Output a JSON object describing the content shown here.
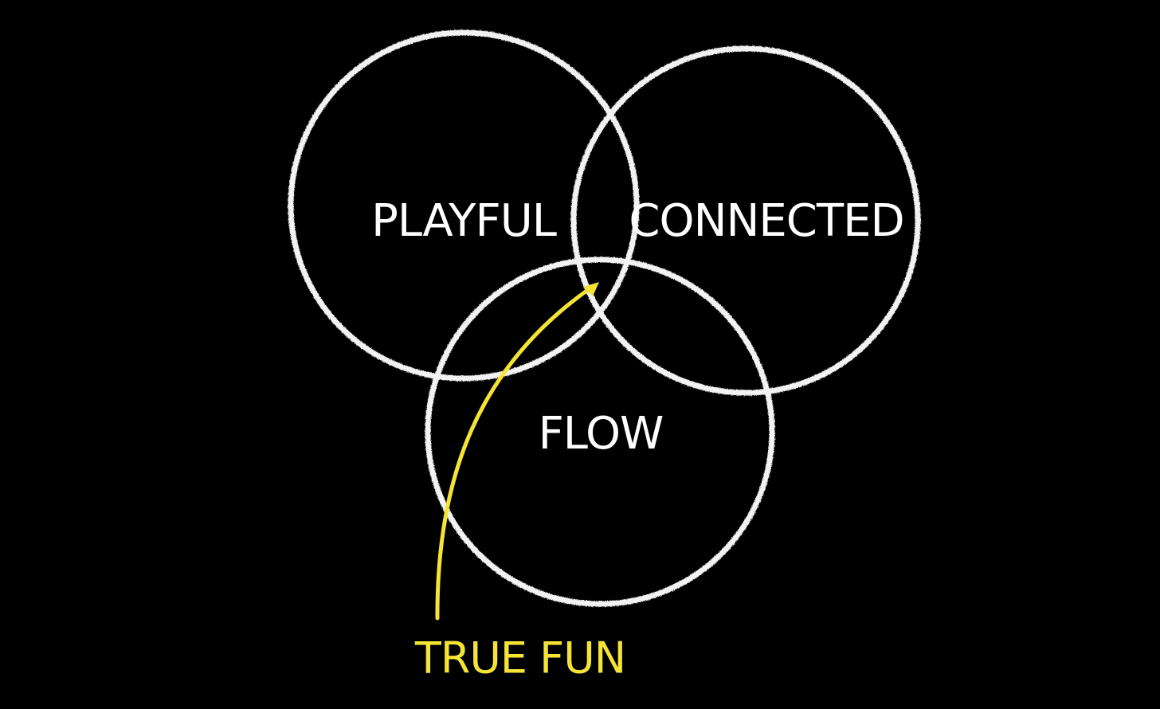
{
  "diagram": {
    "sets": {
      "playful": "PLAYFUL",
      "connected": "CONNECTED",
      "flow": "FLOW"
    },
    "intersection_label": "TRUE FUN"
  },
  "colors": {
    "background": "#000000",
    "circle_stroke": "#f2f2f2",
    "label_text": "#ffffff",
    "callout": "#f5e335"
  }
}
